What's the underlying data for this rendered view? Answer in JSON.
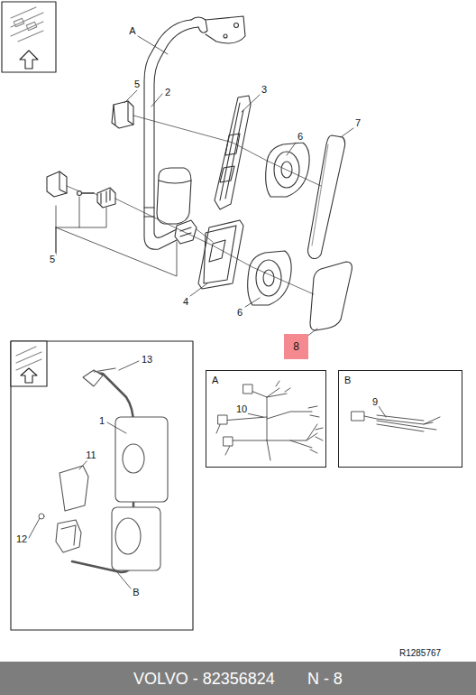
{
  "diagram": {
    "nodes": [
      {
        "text": [
          "A"
        ]
      },
      {
        "text": [
          "B"
        ]
      },
      {
        "text": [
          "8"
        ]
      },
      {
        "text": [
          "VOLVO - 82356824",
          "N - 8"
        ]
      }
    ],
    "labels": [
      "A",
      "5",
      "2",
      "3",
      "6",
      "7",
      "5",
      "4",
      "6",
      "13",
      "1",
      "11",
      "12",
      "B",
      "10",
      "9",
      "R1285767"
    ]
  }
}
